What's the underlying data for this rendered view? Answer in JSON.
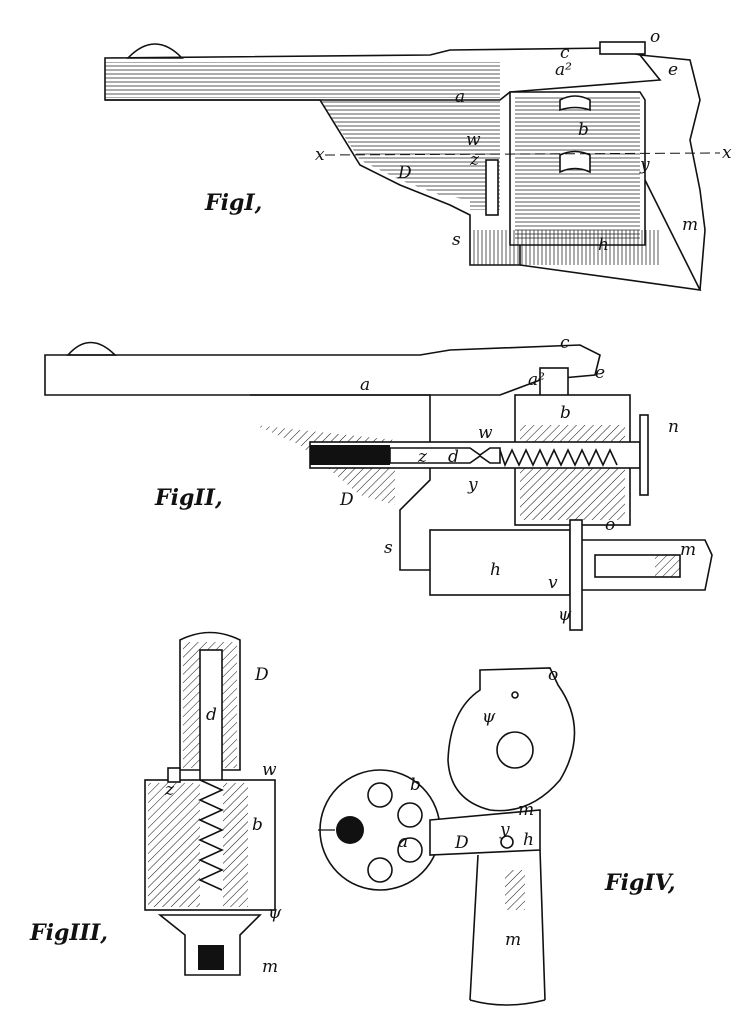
{
  "figures": [
    {
      "title": "FigI,"
    },
    {
      "title": "FigII,"
    },
    {
      "title": "FigIII,"
    },
    {
      "title": "FigIV,"
    }
  ],
  "fig1_labels": {
    "a": "a",
    "a2": "a²",
    "c": "c",
    "o": "o",
    "e": "e",
    "b": "b",
    "w": "w",
    "z": "z",
    "D": "D",
    "y": "y",
    "m": "m",
    "s": "s",
    "h": "h",
    "x1": "x",
    "x2": "x"
  },
  "fig2_labels": {
    "a": "a",
    "a2": "a²",
    "c": "c",
    "e": "e",
    "b": "b",
    "w": "w",
    "n": "n",
    "z": "z",
    "d": "d",
    "y": "y",
    "D": "D",
    "s": "s",
    "h": "h",
    "o": "o",
    "m": "m",
    "v": "v",
    "psi": "ψ"
  },
  "fig3_labels": {
    "D": "D",
    "d": "d",
    "z": "z",
    "w": "w",
    "b": "b",
    "psi": "ψ",
    "m": "m"
  },
  "fig4_labels": {
    "o": "o",
    "psi": "ψ",
    "b": "b",
    "a": "a",
    "D": "D",
    "m": "m",
    "y": "y",
    "h": "h",
    "m2": "m"
  },
  "colors": {
    "ink": "#111111",
    "paper": "#ffffff"
  }
}
